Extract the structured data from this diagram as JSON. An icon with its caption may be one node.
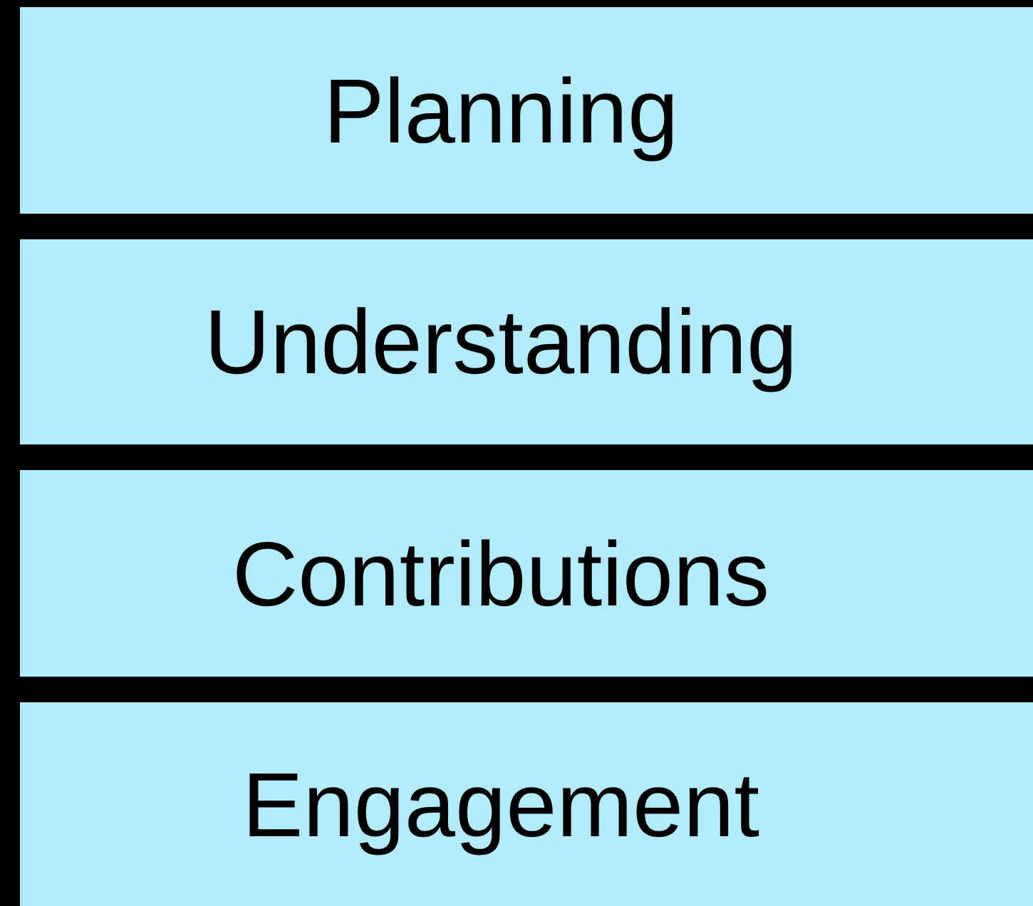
{
  "diagram": {
    "nodes": [
      {
        "text": [
          "Planning"
        ]
      },
      {
        "text": [
          "Understanding"
        ]
      },
      {
        "text": [
          "Contributions"
        ]
      },
      {
        "text": [
          "Engagement"
        ]
      }
    ]
  }
}
